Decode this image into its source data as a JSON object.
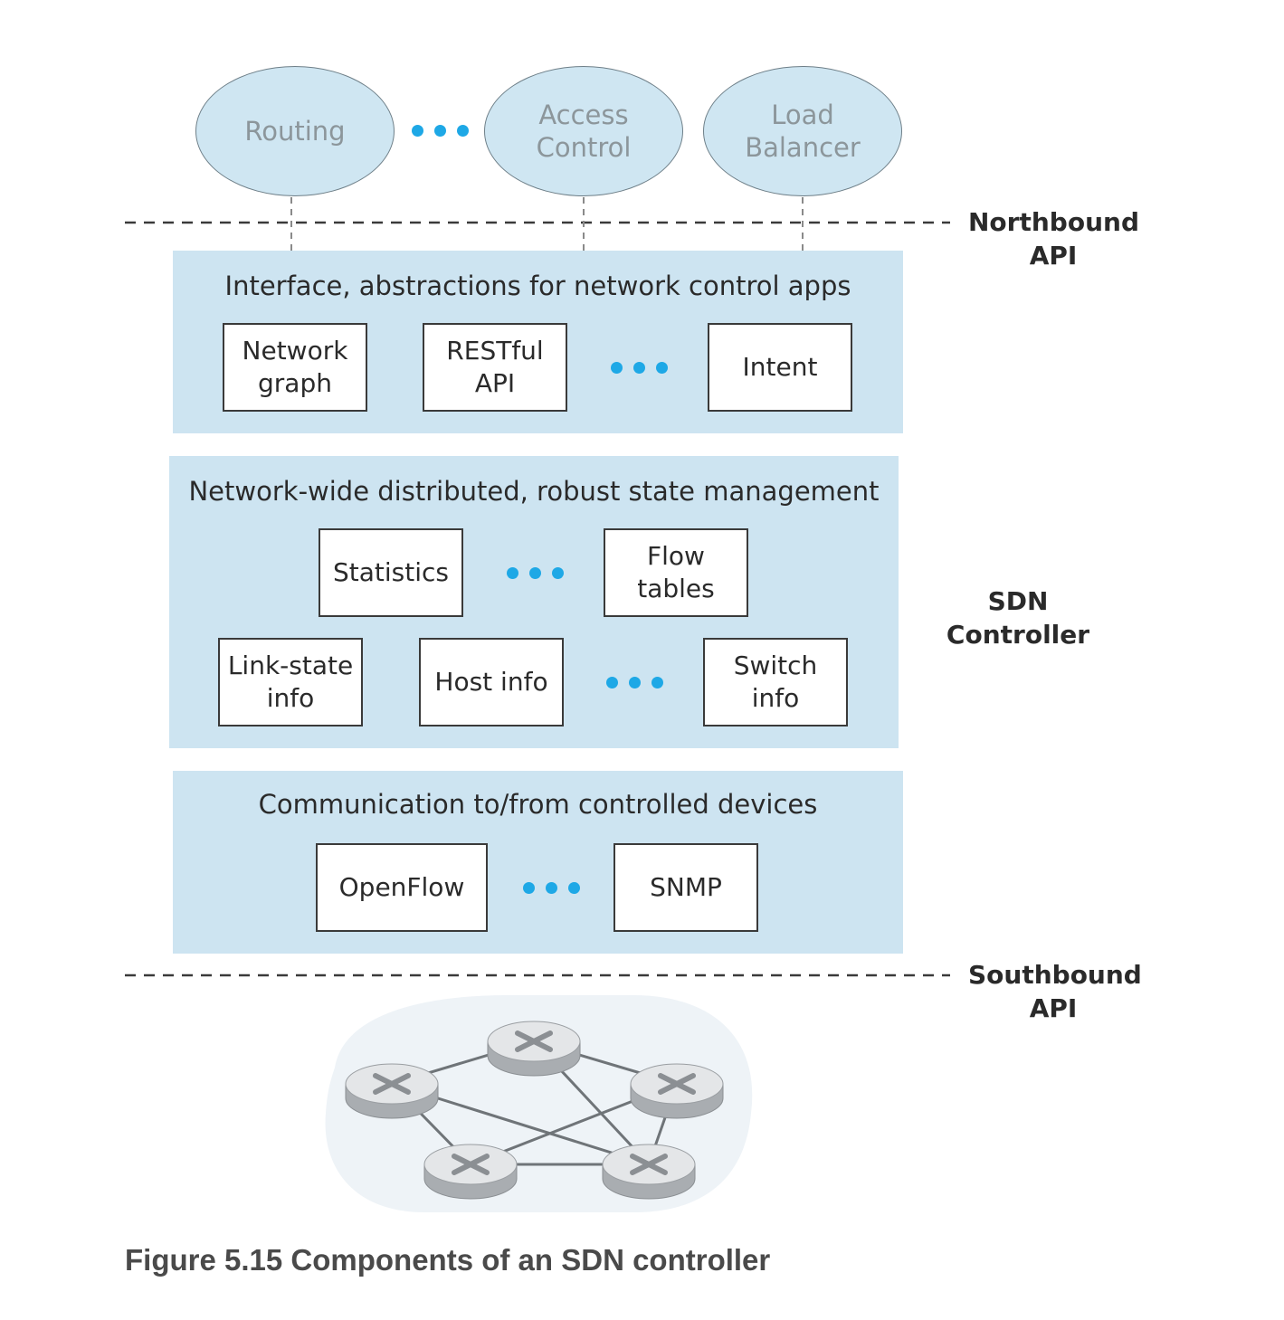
{
  "apps": [
    {
      "label": "Routing"
    },
    {
      "label": "Access\nControl"
    },
    {
      "label": "Load\nBalancer"
    }
  ],
  "labels": {
    "northbound": "Northbound\nAPI",
    "controller": "SDN Controller",
    "southbound": "Southbound\nAPI"
  },
  "layers": {
    "interface": {
      "title": "Interface, abstractions for  network control apps",
      "items": [
        "Network\ngraph",
        "RESTful\nAPI",
        "Intent"
      ]
    },
    "state": {
      "title": "Network-wide distributed, robust state management",
      "items": [
        "Statistics",
        "Flow\ntables",
        "Link-state\ninfo",
        "Host info",
        "Switch\ninfo"
      ]
    },
    "communication": {
      "title": "Communication to/from controlled devices",
      "items": [
        "OpenFlow",
        "SNMP"
      ]
    }
  },
  "network": {
    "router_icon": "router-icon",
    "router_count": 5
  },
  "caption": "Figure 5.15 Components of an SDN controller",
  "colors": {
    "layer_fill": "#cde4f1",
    "app_fill": "#cfe6f2",
    "ellipsis_dot": "#1ea8e6",
    "network_cloud": "#eef3f7"
  }
}
